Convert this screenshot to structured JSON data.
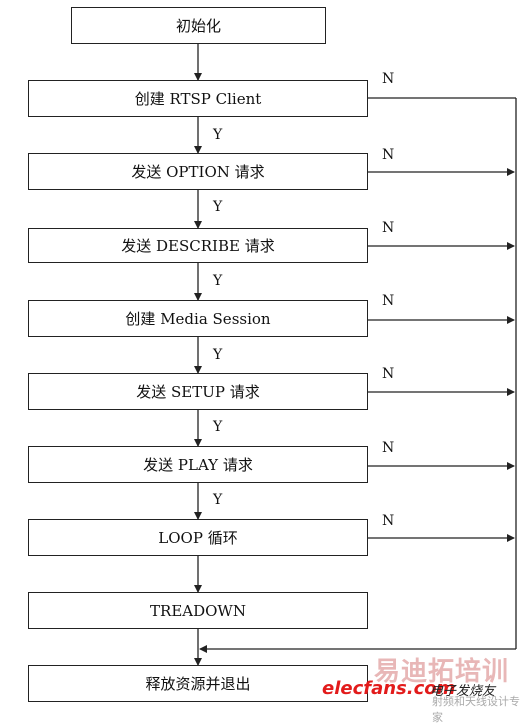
{
  "steps": {
    "init": "初始化",
    "create_client": "创建 RTSP Client",
    "send_option": "发送 OPTION 请求",
    "send_describe": "发送 DESCRIBE 请求",
    "create_session": "创建 Media Session",
    "send_setup": "发送 SETUP 请求",
    "send_play": "发送 PLAY 请求",
    "loop": "LOOP 循环",
    "teardown": "TREADOWN",
    "release": "释放资源并退出"
  },
  "labels": {
    "yes": "Y",
    "no": "N"
  },
  "watermark": {
    "brand": "易迪拓培训",
    "site": "elecfans.com",
    "site_cn": "电子发烧友",
    "tagline": "射频和天线设计专家"
  },
  "colors": {
    "line": "#222222",
    "watermark_red": "#e21b1b",
    "watermark_pink": "#e8b7b7"
  }
}
